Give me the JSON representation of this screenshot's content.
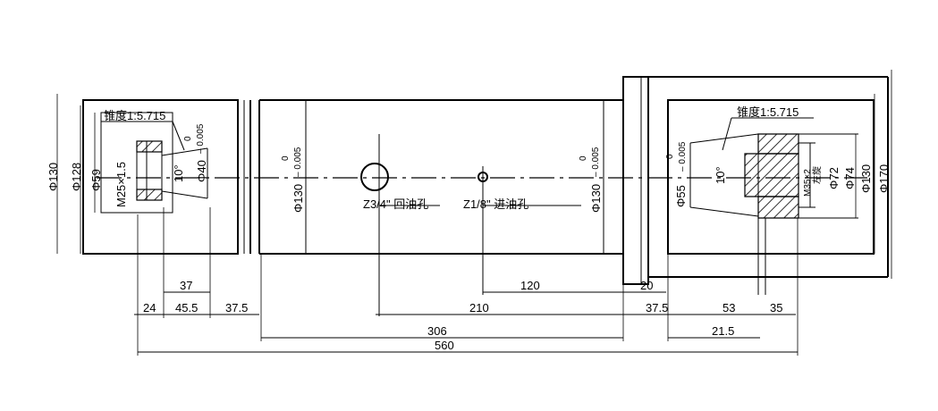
{
  "left_end": {
    "taper": "锥度1:5.715",
    "thread": "M25×1.5",
    "dia_outer": "Φ130",
    "dia_128": "Φ128",
    "dia_59": "Φ59",
    "angle": "10°",
    "bore": "Φ40",
    "tol_upper": "0",
    "tol_lower": "– 0.005"
  },
  "body": {
    "dia_left": "Φ130",
    "dia_right": "Φ130",
    "tol_upper": "0",
    "tol_lower": "– 0.005",
    "oil_return": "Z3/4\" 回油孔",
    "oil_inlet": "Z1/8\" 进油孔"
  },
  "right_end": {
    "taper": "锥度1:5.715",
    "dia_55": "Φ55",
    "tol_upper": "0",
    "tol_lower": "– 0.005",
    "angle": "10°",
    "thread": "M35×2",
    "thread_note": "左旋",
    "dia_72": "Φ72",
    "dia_74": "Φ74",
    "dia_130": "Φ130",
    "dia_170": "Φ170"
  },
  "dimensions": {
    "d37": "37",
    "d24": "24",
    "d45_5": "45.5",
    "d37_5_left": "37.5",
    "d120": "120",
    "d20": "20",
    "d210": "210",
    "d37_5_right": "37.5",
    "d53": "53",
    "d35": "35",
    "d306": "306",
    "d21_5": "21.5",
    "d560": "560"
  }
}
